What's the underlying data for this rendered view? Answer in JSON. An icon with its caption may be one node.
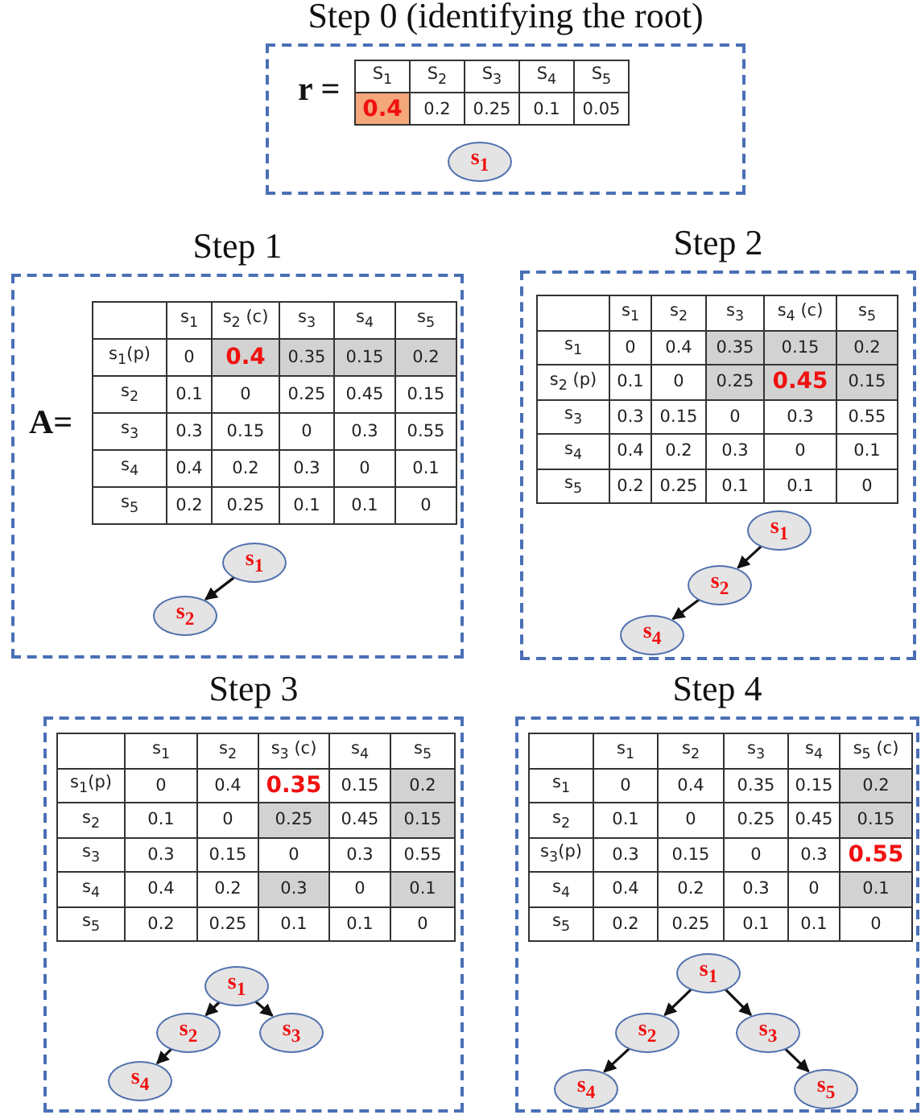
{
  "diagram": {
    "nodes": [
      {
        "text": [
          "Step 0 (identifying the root)"
        ]
      },
      {
        "text": [
          "s$_{1}$"
        ],
        "in": 0
      },
      {
        "text": [
          "Step 1"
        ]
      },
      {
        "text": [
          "s$_{1}$"
        ],
        "in": 2
      },
      {
        "text": [
          "s$_{2}$"
        ],
        "in": 2
      },
      {
        "text": [
          "Step 2"
        ]
      },
      {
        "text": [
          "s$_{1}$"
        ],
        "in": 5
      },
      {
        "text": [
          "s$_{2}$"
        ],
        "in": 5
      },
      {
        "text": [
          "s$_{4}$"
        ],
        "in": 5
      },
      {
        "text": [
          "Step 3"
        ]
      },
      {
        "text": [
          "s$_{1}$"
        ],
        "in": 9
      },
      {
        "text": [
          "s$_{2}$"
        ],
        "in": 9
      },
      {
        "text": [
          "s$_{3}$"
        ],
        "in": 9
      },
      {
        "text": [
          "s$_{4}$"
        ],
        "in": 9
      },
      {
        "text": [
          "Step 4"
        ]
      },
      {
        "text": [
          "s$_{1}$"
        ],
        "in": 14
      },
      {
        "text": [
          "s$_{2}$"
        ],
        "in": 14
      },
      {
        "text": [
          "s$_{3}$"
        ],
        "in": 14
      },
      {
        "text": [
          "s$_{4}$"
        ],
        "in": 14
      },
      {
        "text": [
          "s$_{5}$"
        ],
        "in": 14
      }
    ],
    "edges": [
      {
        "from": 3,
        "to": 4,
        "arrow": "to"
      },
      {
        "from": 6,
        "to": 7,
        "arrow": "to"
      },
      {
        "from": 7,
        "to": 8,
        "arrow": "to"
      },
      {
        "from": 10,
        "to": 11,
        "arrow": "to"
      },
      {
        "from": 10,
        "to": 12,
        "arrow": "to"
      },
      {
        "from": 11,
        "to": 13,
        "arrow": "to"
      },
      {
        "from": 15,
        "to": 16,
        "arrow": "to"
      },
      {
        "from": 15,
        "to": 17,
        "arrow": "to"
      },
      {
        "from": 16,
        "to": 18,
        "arrow": "to"
      },
      {
        "from": 17,
        "to": 19,
        "arrow": "to"
      }
    ],
    "labels": [
      "r =",
      "S$_{1}$",
      "S$_{2}$",
      "S$_{3}$",
      "S$_{4}$",
      "S$_{5}$",
      "0.4",
      "0.2",
      "0.25",
      "0.1",
      "0.05",
      "A=",
      "s$_{1}$",
      "s$_{2}$ (c)",
      "s$_{3}$",
      "s$_{4}$",
      "s$_{5}$",
      "s$_{1}$(p)",
      "0",
      "0.4",
      "0.35",
      "0.15",
      "0.2",
      "s$_{2}$",
      "0.1",
      "0",
      "0.25",
      "0.45",
      "0.15",
      "s$_{3}$",
      "0.3",
      "0.15",
      "0",
      "0.3",
      "0.55",
      "s$_{4}$",
      "0.4",
      "0.2",
      "0.3",
      "0",
      "0.1",
      "s$_{5}$",
      "0.2",
      "0.25",
      "0.1",
      "0.1",
      "0",
      "s$_{1}$",
      "s$_{2}$",
      "s$_{3}$",
      "s$_{4}$ (c)",
      "s$_{5}$",
      "s$_{1}$",
      "0",
      "0.4",
      "0.35",
      "0.15",
      "0.2",
      "s$_{2}$ (p)",
      "0.1",
      "0",
      "0.25",
      "0.45",
      "0.15",
      "s$_{3}$",
      "0.3",
      "0.15",
      "0",
      "0.3",
      "0.55",
      "s$_{4}$",
      "0.4",
      "0.2",
      "0.3",
      "0",
      "0.1",
      "s$_{5}$",
      "0.2",
      "0.25",
      "0.1",
      "0.1",
      "0",
      "s$_{1}$",
      "s$_{2}$",
      "s$_{3}$ (c)",
      "s$_{4}$",
      "s$_{5}$",
      "s$_{1}$(p)",
      "0",
      "0.4",
      "0.35",
      "0.15",
      "0.2",
      "s$_{2}$",
      "0.1",
      "0",
      "0.25",
      "0.45",
      "0.15",
      "s$_{3}$",
      "0.3",
      "0.15",
      "0",
      "0.3",
      "0.55",
      "s$_{4}$",
      "0.4",
      "0.2",
      "0.3",
      "0",
      "0.1",
      "s$_{5}$",
      "0.2",
      "0.25",
      "0.1",
      "0.1",
      "0",
      "s$_{1}$",
      "s$_{2}$",
      "s$_{3}$",
      "s$_{4}$",
      "s$_{5}$ (c)",
      "s$_{1}$",
      "0",
      "0.4",
      "0.35",
      "0.15",
      "0.2",
      "s$_{2}$",
      "0.1",
      "0",
      "0.25",
      "0.45",
      "0.15",
      "s$_{3}$(p)",
      "0.3",
      "0.15",
      "0",
      "0.3",
      "0.55",
      "s$_{4}$",
      "0.4",
      "0.2",
      "0.3",
      "0",
      "0.1",
      "s$_{5}$",
      "0.2",
      "0.25",
      "0.1",
      "0.1",
      "0"
    ]
  }
}
